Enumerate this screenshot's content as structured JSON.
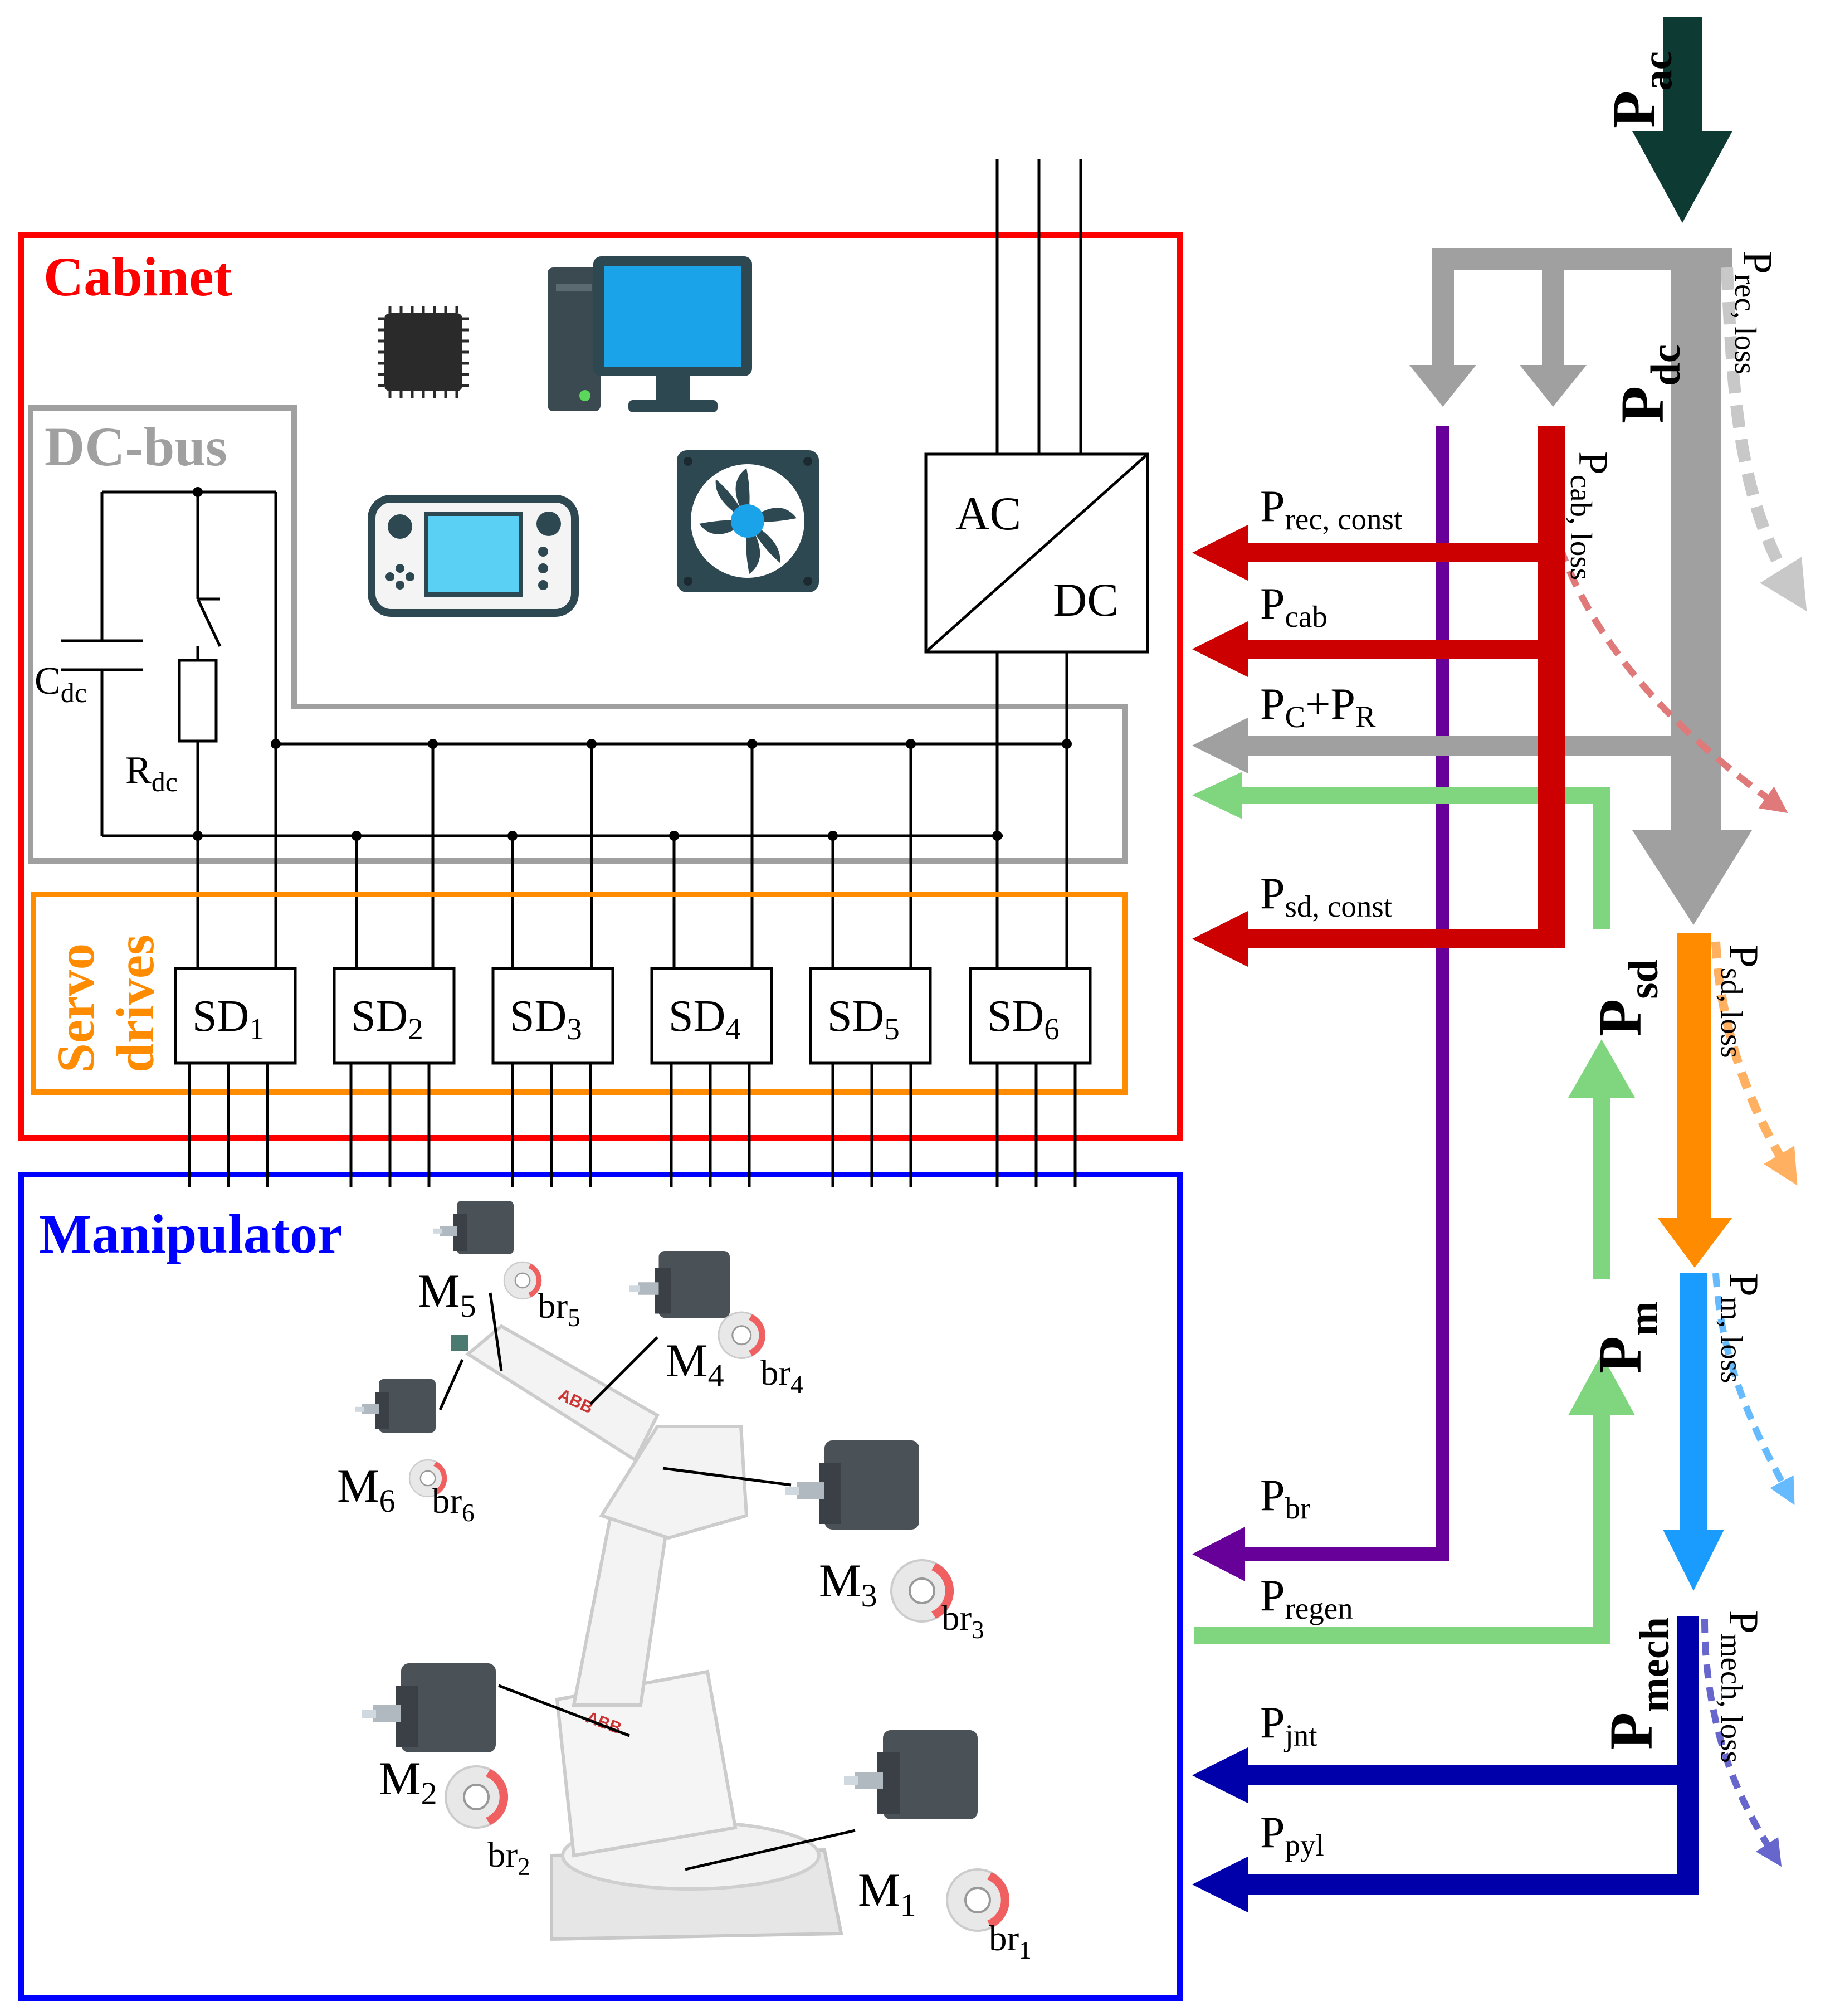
{
  "sections": {
    "cabinet": "Cabinet",
    "dcbus": "DC-bus",
    "servo_line1": "Servo",
    "servo_line2": "drives",
    "manipulator": "Manipulator"
  },
  "converter": {
    "ac": "AC",
    "dc": "DC"
  },
  "dcbus_parts": {
    "c_main": "C",
    "c_sub": "dc",
    "r_main": "R",
    "r_sub": "dc"
  },
  "servo_drives": [
    {
      "main": "SD",
      "sub": "1"
    },
    {
      "main": "SD",
      "sub": "2"
    },
    {
      "main": "SD",
      "sub": "3"
    },
    {
      "main": "SD",
      "sub": "4"
    },
    {
      "main": "SD",
      "sub": "5"
    },
    {
      "main": "SD",
      "sub": "6"
    }
  ],
  "motors": [
    {
      "m_main": "M",
      "m_sub": "1",
      "br_main": "br",
      "br_sub": "1"
    },
    {
      "m_main": "M",
      "m_sub": "2",
      "br_main": "br",
      "br_sub": "2"
    },
    {
      "m_main": "M",
      "m_sub": "3",
      "br_main": "br",
      "br_sub": "3"
    },
    {
      "m_main": "M",
      "m_sub": "4",
      "br_main": "br",
      "br_sub": "4"
    },
    {
      "m_main": "M",
      "m_sub": "5",
      "br_main": "br",
      "br_sub": "5"
    },
    {
      "m_main": "M",
      "m_sub": "6",
      "br_main": "br",
      "br_sub": "6"
    }
  ],
  "flows": {
    "p_ac": {
      "main": "P",
      "sub": "ac"
    },
    "p_dc": {
      "main": "P",
      "sub": "dc"
    },
    "p_sd": {
      "main": "P",
      "sub": "sd"
    },
    "p_m": {
      "main": "P",
      "sub": "m"
    },
    "p_mech": {
      "main": "P",
      "sub": "mech"
    },
    "p_rec_loss": {
      "main": "P",
      "sub": "rec, loss"
    },
    "p_cab_loss": {
      "main": "P",
      "sub": "cab, loss"
    },
    "p_sd_loss": {
      "main": "P",
      "sub": "sd, loss"
    },
    "p_m_loss": {
      "main": "P",
      "sub": "m, loss"
    },
    "p_mech_loss": {
      "main": "P",
      "sub": "mech, loss"
    },
    "p_rec_const": {
      "main": "P",
      "sub": "rec, const"
    },
    "p_cab": {
      "main": "P",
      "sub": "cab"
    },
    "p_c": {
      "main": "P",
      "sub": "C"
    },
    "plus": "+",
    "p_r": {
      "main": "P",
      "sub": "R"
    },
    "p_sd_const": {
      "main": "P",
      "sub": "sd, const"
    },
    "p_br": {
      "main": "P",
      "sub": "br"
    },
    "p_regen": {
      "main": "P",
      "sub": "regen"
    },
    "p_jnt": {
      "main": "P",
      "sub": "jnt"
    },
    "p_pyl": {
      "main": "P",
      "sub": "pyl"
    }
  },
  "colors": {
    "cabinet": "#ff0000",
    "dcbus": "#a0a0a0",
    "servo": "#ff8c00",
    "manipulator": "#0000ff",
    "p_ac": "#0d3b33",
    "p_dc": "#a0a0a0",
    "p_cab": "#cc0000",
    "p_br": "#660099",
    "p_regen": "#7fd67f",
    "p_sd": "#ff8c00",
    "p_m": "#1a9cff",
    "p_mech": "#0000aa"
  },
  "icons": [
    "processor-chip-icon",
    "desktop-computer-icon",
    "teach-pendant-icon",
    "cooling-fan-icon"
  ]
}
